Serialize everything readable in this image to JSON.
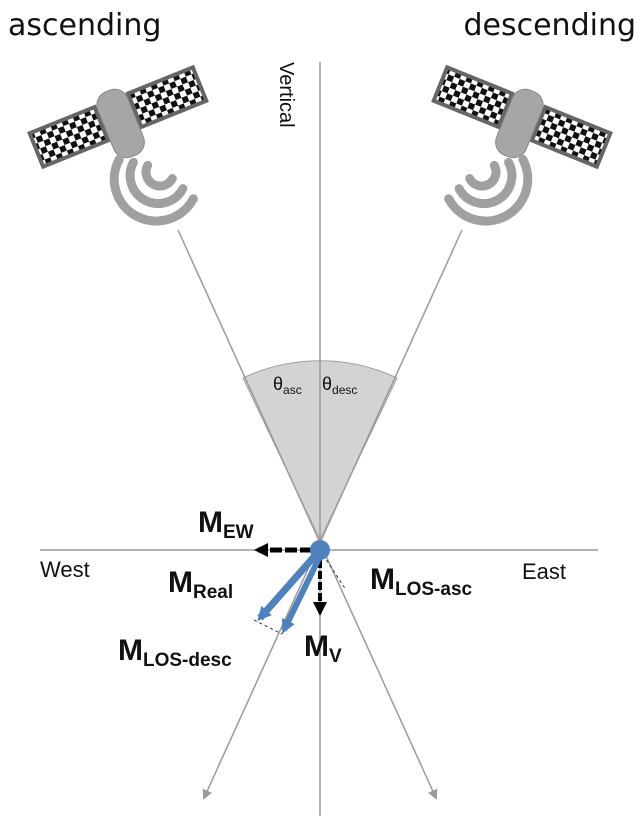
{
  "titles": {
    "ascending": "ascending",
    "descending": "descending"
  },
  "axes": {
    "vertical": "Vertical",
    "west": "West",
    "east": "East"
  },
  "angles": {
    "asc_main": "θ",
    "asc_sub": "asc",
    "desc_main": "θ",
    "desc_sub": "desc"
  },
  "vectors": {
    "m_ew": {
      "main": "M",
      "sub": "EW"
    },
    "m_real": {
      "main": "M",
      "sub": "Real"
    },
    "m_los_asc": {
      "main": "M",
      "sub": "LOS-asc"
    },
    "m_los_desc": {
      "main": "M",
      "sub": "LOS-desc"
    },
    "m_v": {
      "main": "M",
      "sub": "V"
    }
  },
  "colors": {
    "axis": "#9a9a9a",
    "sector": "#d3d3d3",
    "los_vector": "#4f81bd",
    "component_vector": "#000000",
    "satellite_body": "#a6a6a6"
  },
  "icons": [
    "satellite-icon",
    "radar-wave-icon"
  ]
}
